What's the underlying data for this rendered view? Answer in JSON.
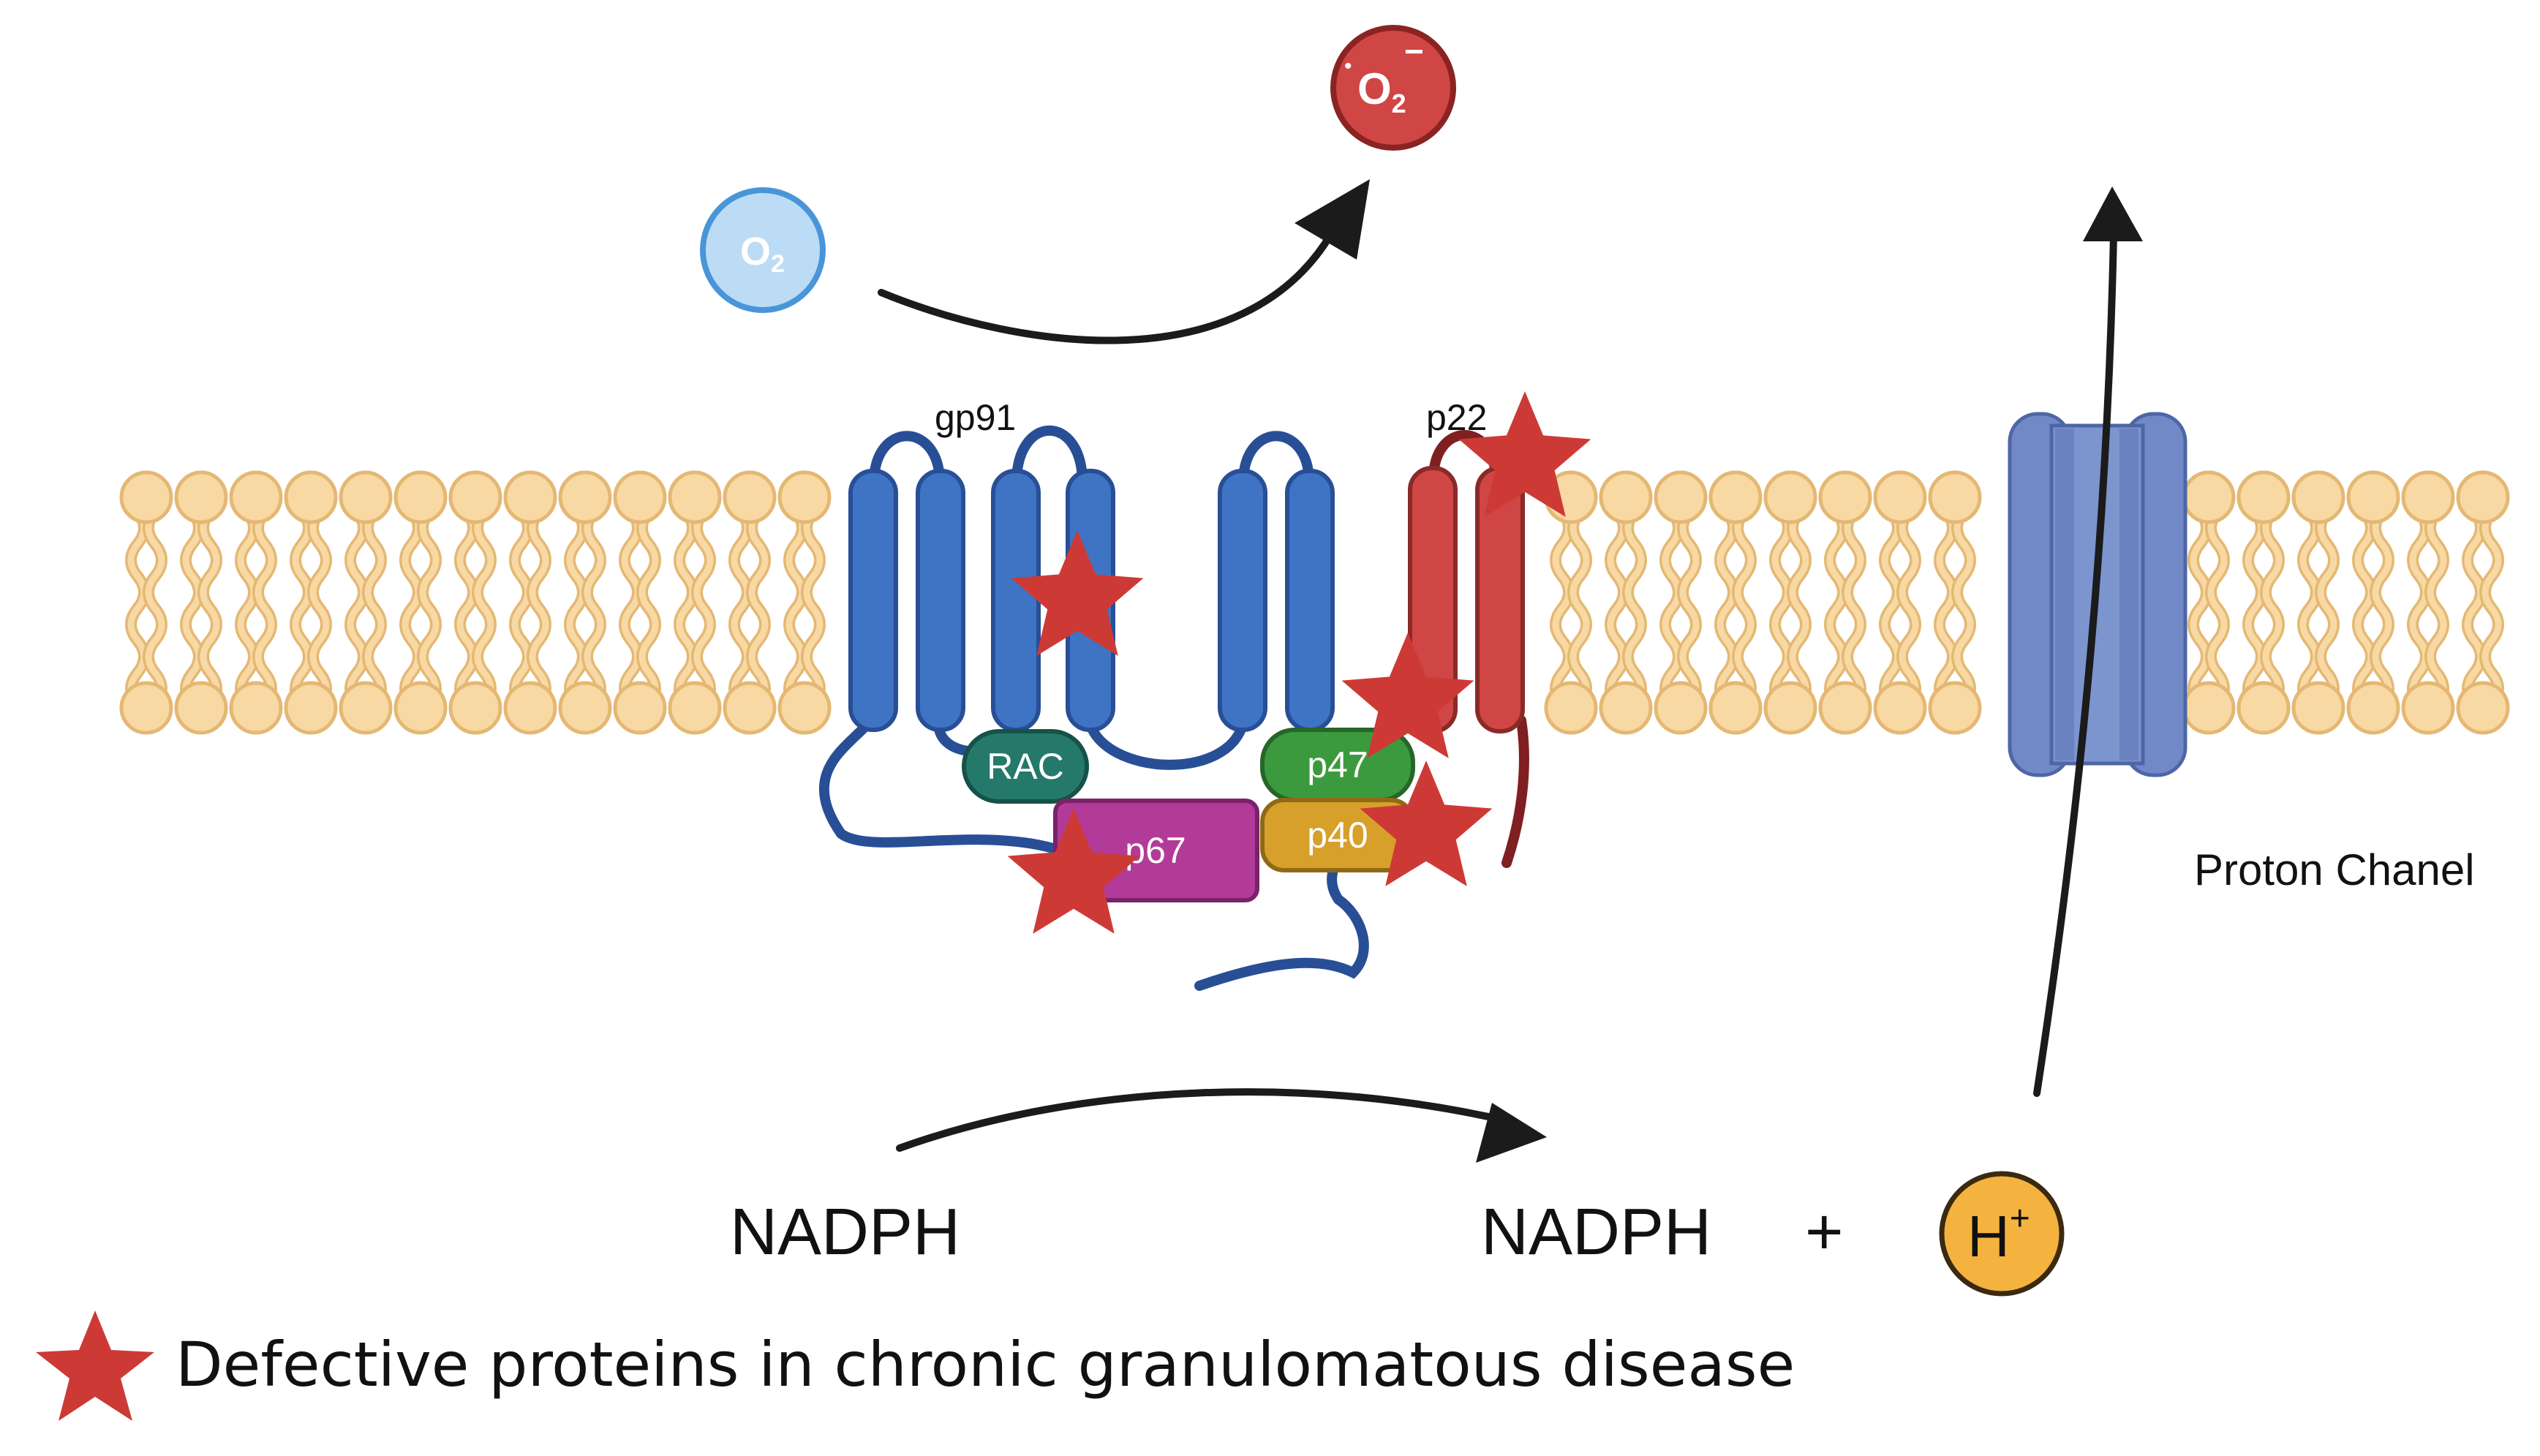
{
  "labels": {
    "gp91": "gp91",
    "p22": "p22",
    "rac": "RAC",
    "p67": "p67",
    "p47": "p47",
    "p40": "p40",
    "proton_channel": "Proton Chanel",
    "nadph_left": "NADPH",
    "nadph_right": "NADPH",
    "plus": "+",
    "h_plus": "H",
    "h_plus_sup": "+",
    "o2": "O",
    "o2_sub": "2",
    "superoxide": "O",
    "superoxide_sub": "2",
    "superoxide_sup": "−",
    "superoxide_dot": "•"
  },
  "legend": {
    "icon": "red-star-icon",
    "text": "Defective proteins in chronic granulomatous disease"
  },
  "colors": {
    "membrane_fill": "#f8d9a3",
    "membrane_stroke": "#e4b874",
    "gp91": "#3f74c4",
    "p22": "#cf4644",
    "rac": "#24796b",
    "p67": "#b23a99",
    "p47": "#3c9a3e",
    "p40": "#d6a02a",
    "proton_channel": "#7189c6",
    "star": "#cd3a36",
    "o2": "#bcdcf6",
    "superoxide": "#cf4644",
    "h_plus": "#f4b33f"
  }
}
